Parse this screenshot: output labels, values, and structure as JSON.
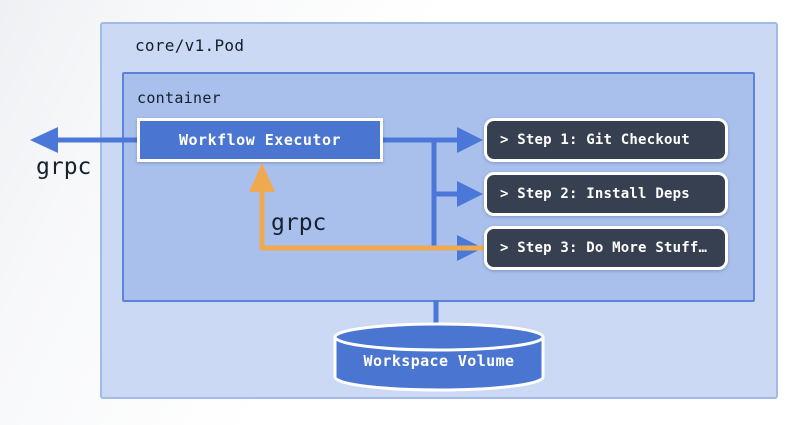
{
  "diagram": {
    "pod_label": "core/v1.Pod",
    "container_label": "container",
    "executor_label": "Workflow Executor",
    "steps": [
      {
        "label": "> Step 1: Git Checkout"
      },
      {
        "label": "> Step 2: Install Deps"
      },
      {
        "label": "> Step 3: Do More Stuff…"
      }
    ],
    "volume_label": "Workspace Volume",
    "grpc_external_label": "grpc",
    "grpc_internal_label": "grpc",
    "colors": {
      "pod_fill": "#ccd9f4",
      "pod_border": "#a3b9e6",
      "container_fill": "#a9c0ed",
      "container_border": "#5b83d9",
      "node_blue_fill": "#4a75d1",
      "step_dark_fill": "#364050",
      "blue_arrow": "#4a77d8",
      "orange_arrow": "#efaa51",
      "node_border": "#ffffff",
      "dark_text": "#18202c",
      "light_text": "#ffffff"
    }
  }
}
